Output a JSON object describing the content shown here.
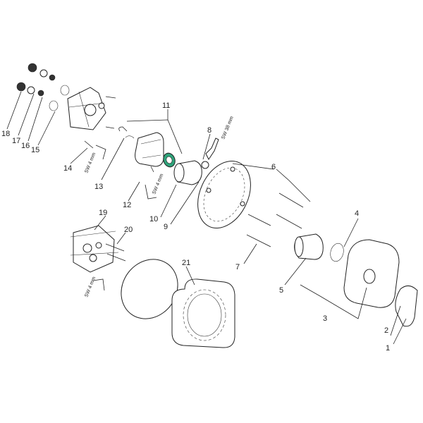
{
  "diagram": {
    "callouts": {
      "c1": "1",
      "c2": "2",
      "c3": "3",
      "c4": "4",
      "c5": "5",
      "c6": "6",
      "c7": "7",
      "c8": "8",
      "c9": "9",
      "c10": "10",
      "c11": "11",
      "c12": "12",
      "c13": "13",
      "c14": "14",
      "c15": "15",
      "c16": "16",
      "c17": "17",
      "c18": "18",
      "c19": "19",
      "c20": "20",
      "c21": "21"
    },
    "wrench_labels": {
      "sw_38": "SW 38 mm",
      "sw_4_a": "SW 4 mm",
      "sw_4_b": "SW 4 mm",
      "sw_4_c": "SW 4 mm"
    },
    "colors": {
      "line": "#222222",
      "accent_ring": "#2fa37a"
    }
  }
}
